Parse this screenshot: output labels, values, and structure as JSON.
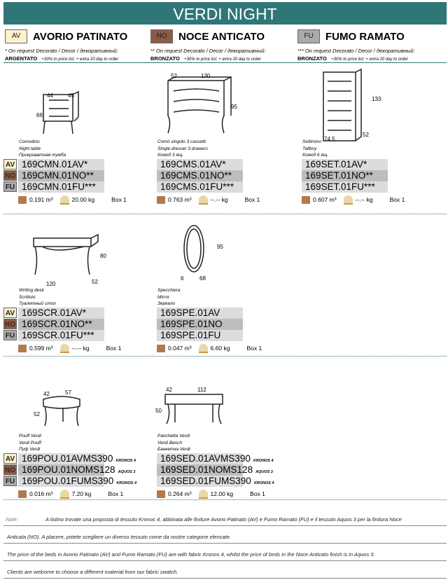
{
  "title": "VERDI NIGHT",
  "finishes": [
    {
      "code": "AV",
      "name": "AVORIO PATINATO",
      "color": "#fdf1cc",
      "req1": "* On request Decorato / Decor / декоративный:",
      "decor": "ARGENTATO",
      "req2": "+30% to price list; + extra 20 day to order"
    },
    {
      "code": "NO",
      "name": "NOCE ANTICATO",
      "color": "#8a5c45",
      "req1": "** On request Decorato / Decor / декоративный:",
      "decor": "BRONZATO",
      "req2": "+30% to price list; + extra 20 day to order"
    },
    {
      "code": "FU",
      "name": "FUMO RAMATO",
      "color": "#a9aaac",
      "req1": "*** On request Decorato / Decor / декоративный:",
      "decor": "BRONZATO",
      "req2": "+30% to price list; + extra 20 day to order"
    }
  ],
  "products": [
    {
      "caption": [
        "Comodino",
        "Night table",
        "Прикроватная тумба"
      ],
      "badges": true,
      "codes": [
        "169CMN.01AV*",
        "169CMN.01NO**",
        "169CMN.01FU***"
      ],
      "fabric": [
        "",
        "",
        ""
      ],
      "volume": "0.191 m³",
      "weight": "20.00 kg",
      "box": "Box 1",
      "dims": [
        "44",
        "45",
        "66"
      ]
    },
    {
      "caption": [
        "Comò singolo 3 cassetti",
        "Single dresser 3 drawers",
        "Комод 3 ящ."
      ],
      "badges": false,
      "codes": [
        "169CMS.01AV*",
        "169CMS.01NO**",
        "169CMS.01FU***"
      ],
      "fabric": [
        "",
        "",
        ""
      ],
      "volume": "0.763 m³",
      "weight": "--.-- kg",
      "box": "Box 1",
      "dims": [
        "52",
        "130",
        "95"
      ]
    },
    {
      "caption": [
        "Settimino",
        "Tallboy",
        "Комод 6 ящ."
      ],
      "badges": false,
      "codes": [
        "169SET.01AV*",
        "169SET.01NO**",
        "169SET.01FU***"
      ],
      "fabric": [
        "",
        "",
        ""
      ],
      "volume": "0.607 m³",
      "weight": "--.-- kg",
      "box": "Box 1",
      "dims": [
        "133",
        "74.5",
        "52"
      ]
    },
    {
      "caption": [
        "Writing desk",
        "Scrittoio",
        "Туалетный стол"
      ],
      "badges": true,
      "codes": [
        "169SCR.01AV*",
        "169SCR.01NO**",
        "169SCR.01FU***"
      ],
      "fabric": [
        "",
        "",
        ""
      ],
      "volume": "0.599 m³",
      "weight": "--.-- kg",
      "box": "Box 1",
      "dims": [
        "80",
        "120",
        "52"
      ]
    },
    {
      "caption": [
        "Specchiera",
        "Mirror",
        "Зеркало"
      ],
      "badges": false,
      "codes": [
        "169SPE.01AV",
        "169SPE.01NO",
        "169SPE.01FU"
      ],
      "fabric": [
        "",
        "",
        ""
      ],
      "volume": "0.047 m³",
      "weight": "6.60 kg",
      "box": "Box 1",
      "dims": [
        "95",
        "6",
        "68"
      ]
    },
    {
      "caption": [
        "Pouff Verdi",
        "Verdi Pouff",
        "Пуф Verdi"
      ],
      "badges": true,
      "codes": [
        "169POU.01AVMS390",
        "169POU.01NOMS128",
        "169POU.01FUMS390"
      ],
      "fabric": [
        "KRONOS 4",
        "AQUOS 3",
        "KRONOS 4"
      ],
      "volume": "0.016 m³",
      "weight": "7.20 kg",
      "box": "Box 1",
      "dims": [
        "42",
        "57",
        "52"
      ]
    },
    {
      "caption": [
        "Panchetta Verdi",
        "Verdi Bench",
        "Банкетка Verdi"
      ],
      "badges": false,
      "codes": [
        "169SED.01AVMS390",
        "169SED.01NOMS128",
        "169SED.01FUMS390"
      ],
      "fabric": [
        "KRONOS 4",
        "AQUOS 3",
        "KRONOS 4"
      ],
      "volume": "0.264 m³",
      "weight": "12.00 kg",
      "box": "Box 1",
      "dims": [
        "42",
        "112",
        "50"
      ]
    }
  ],
  "notes": {
    "label": "Note:",
    "lines": [
      "A listino trovate una proposta di tessuto Kronos 4, abbinata alle finiture Avorio Patinato (AV) e Fumo Ramato (FU) e il tessuto Aquos 3 per la finitura Noce",
      "Anticata (NO). A placere, potete scegliere un diverso tessuto come da nostre categorie elencate.",
      "The price of the beds in Avorio Patinato (AV) and Fumo Ramato (FU) are with fabric Kronos 4, whilst the price of beds in the Noce Anticato finish is in Aquos 3.",
      "Clients are welcome to choose a different material from our fabric swatch."
    ]
  }
}
